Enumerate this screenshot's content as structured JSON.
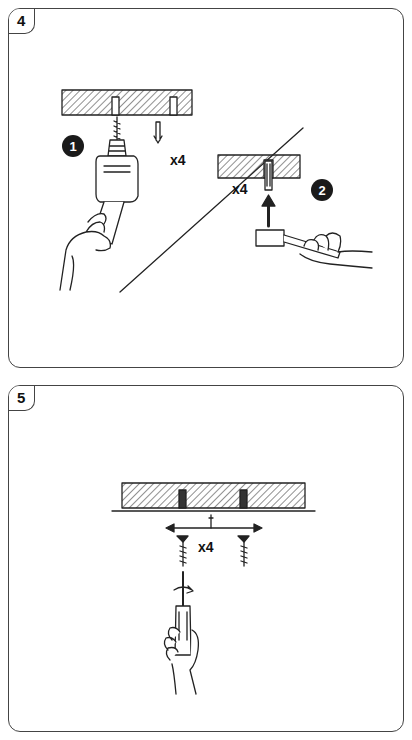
{
  "diagram": {
    "nodes": [
      {
        "text": [
          "4"
        ]
      },
      {
        "text": [
          "5"
        ]
      },
      {
        "text": [
          "1"
        ],
        "in": 0
      },
      {
        "text": [
          "2"
        ],
        "in": 0
      }
    ],
    "labels": [
      "x4",
      "x4",
      "x4"
    ]
  }
}
